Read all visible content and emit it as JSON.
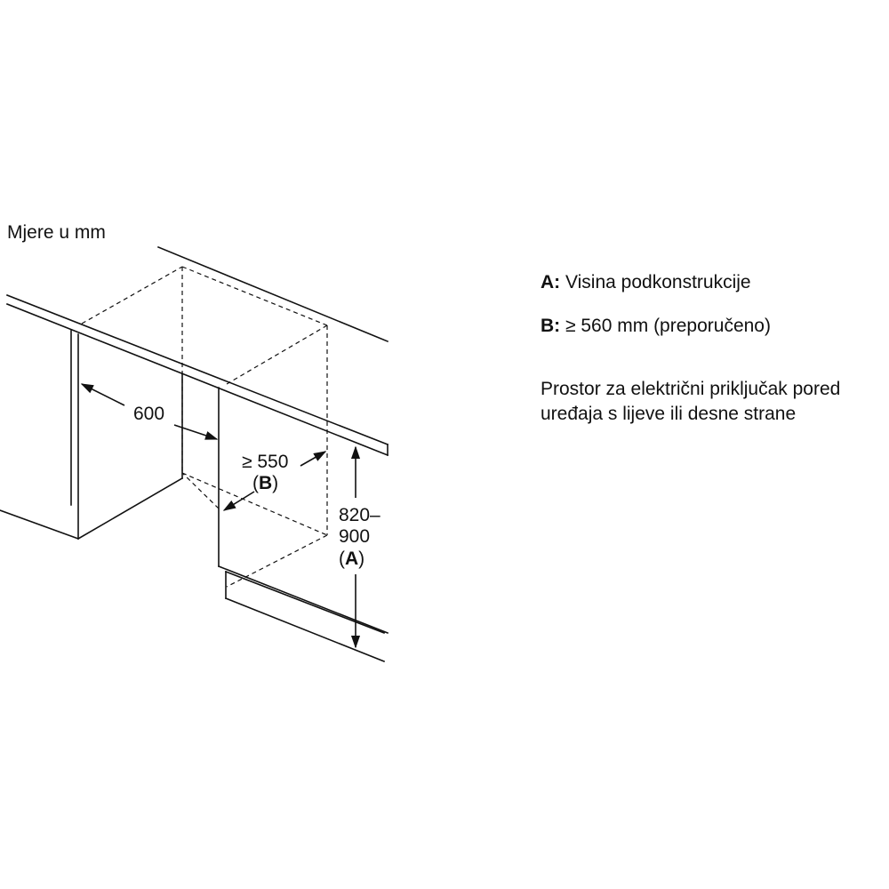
{
  "units_label": "Mjere u mm",
  "legend": {
    "a_key": "A:",
    "a_text": "Visina podkonstrukcije",
    "b_key": "B:",
    "b_text": "≥ 560 mm (preporučeno)"
  },
  "note": {
    "line1": "Prostor za električni priključak pored",
    "line2": "uređaja s lijeve ili desne strane"
  },
  "dimensions": {
    "depth": "600",
    "side_gap_value": "≥ 550",
    "side_gap_ref_open": "(",
    "side_gap_ref": "B",
    "side_gap_ref_close": ")",
    "height_line1": "820–",
    "height_line2": "900",
    "height_ref_open": "(",
    "height_ref": "A",
    "height_ref_close": ")"
  }
}
